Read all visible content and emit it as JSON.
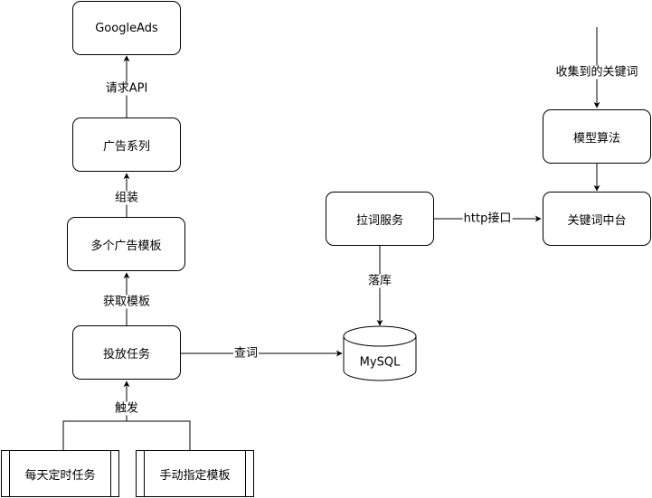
{
  "nodes": {
    "google_ads": "GoogleAds",
    "ad_series": "广告系列",
    "ad_templates": "多个广告模板",
    "delivery_task": "投放任务",
    "daily_task": "每天定时任务",
    "manual_template": "手动指定模板",
    "keyword_service": "拉词服务",
    "mysql": "MySQL",
    "model_algorithm": "模型算法",
    "keyword_platform": "关键词中台"
  },
  "edges": {
    "request_api": "请求API",
    "assemble": "组装",
    "fetch_templates": "获取模板",
    "trigger": "触发",
    "query_words": "查词",
    "store": "落库",
    "http_interface": "http接口",
    "collected_keywords": "收集到的关键词"
  }
}
